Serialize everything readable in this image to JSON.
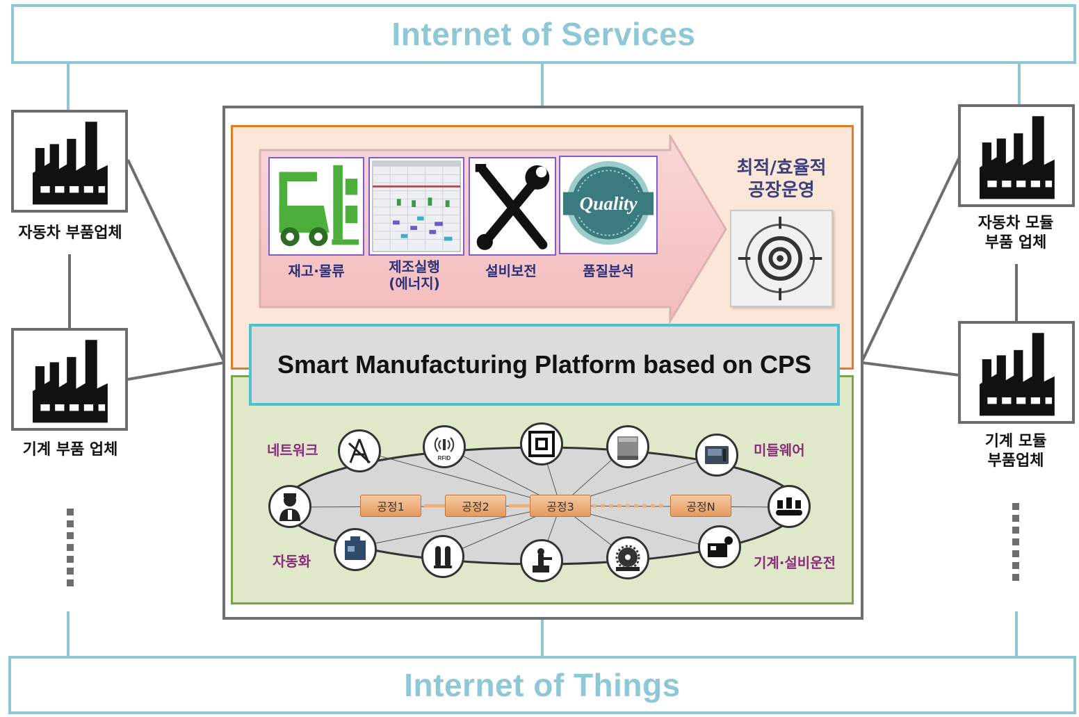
{
  "top_bar": {
    "label": "Internet of Services"
  },
  "bottom_bar": {
    "label": "Internet of Things"
  },
  "left_factories": [
    {
      "label": "자동차 부품업체"
    },
    {
      "label": "기계 부품  업체"
    }
  ],
  "right_factories": [
    {
      "label_line1": "자동차 모듈",
      "label_line2": "부품 업체"
    },
    {
      "label_line1": "기계 모듈",
      "label_line2": "부품업체"
    }
  ],
  "services": [
    {
      "label": "재고·물류"
    },
    {
      "label_line1": "제조실행",
      "label_line2": "(에너지)"
    },
    {
      "label": "설비보전"
    },
    {
      "label": "품질분석",
      "badge_text": "Quality"
    }
  ],
  "goal": {
    "line1": "최적/효율적",
    "line2": "공장운영"
  },
  "platform": {
    "label": "Smart Manufacturing Platform based on CPS"
  },
  "iot": {
    "processes": [
      "공정1",
      "공정2",
      "공정3",
      "공정N"
    ],
    "labels": {
      "network": "네트워크",
      "middleware": "미들웨어",
      "automation": "자동화",
      "machine": "기계·설비운전"
    },
    "rfid_text": "RFID"
  },
  "colors": {
    "internet_bar": "#8ec7d6",
    "services_border": "#e27b26",
    "things_border": "#79a449",
    "platform_border": "#4cc3cc",
    "text_purple": "#8b2a7a"
  }
}
